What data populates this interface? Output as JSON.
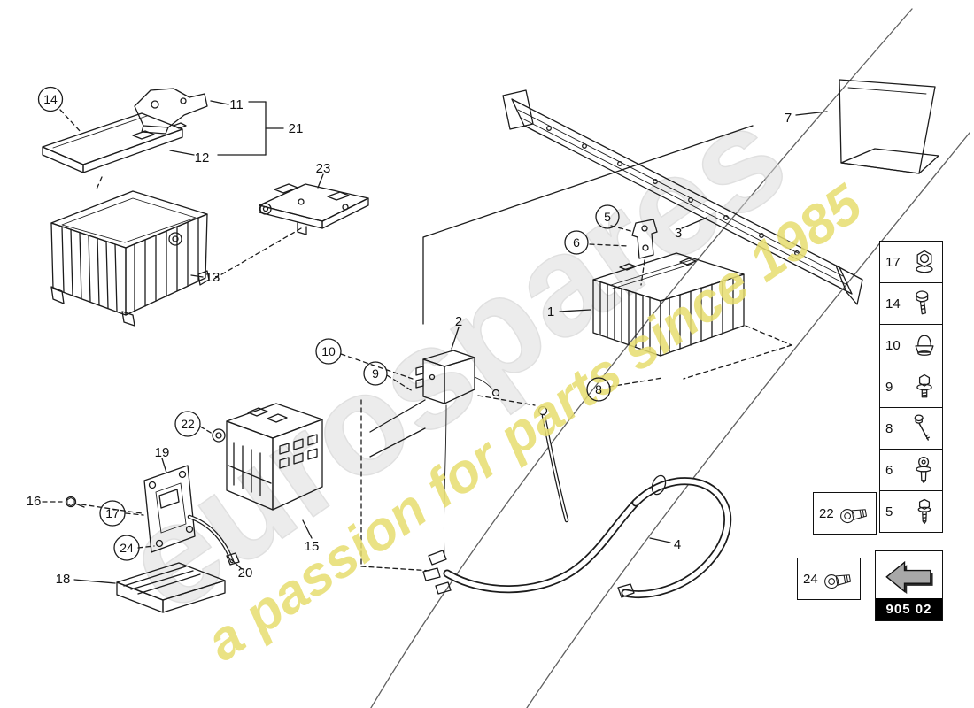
{
  "watermark": {
    "brand": "eurospares",
    "tagline": "a passion for parts since 1985",
    "brand_color": "#dadada",
    "accent_color": "#e7dd6f"
  },
  "diagram": {
    "callouts": [
      {
        "n": "14",
        "circled": true
      },
      {
        "n": "11",
        "circled": false
      },
      {
        "n": "21",
        "circled": false
      },
      {
        "n": "12",
        "circled": false
      },
      {
        "n": "23",
        "circled": false
      },
      {
        "n": "13",
        "circled": false
      },
      {
        "n": "7",
        "circled": false
      },
      {
        "n": "5",
        "circled": true
      },
      {
        "n": "6",
        "circled": true
      },
      {
        "n": "3",
        "circled": false
      },
      {
        "n": "1",
        "circled": false
      },
      {
        "n": "2",
        "circled": false
      },
      {
        "n": "10",
        "circled": true
      },
      {
        "n": "9",
        "circled": true
      },
      {
        "n": "8",
        "circled": true
      },
      {
        "n": "22",
        "circled": true
      },
      {
        "n": "19",
        "circled": false
      },
      {
        "n": "16",
        "circled": false
      },
      {
        "n": "17",
        "circled": true
      },
      {
        "n": "24",
        "circled": true
      },
      {
        "n": "18",
        "circled": false
      },
      {
        "n": "20",
        "circled": false
      },
      {
        "n": "15",
        "circled": false
      },
      {
        "n": "4",
        "circled": false
      }
    ]
  },
  "legend": {
    "column_items": [
      {
        "n": "17",
        "icon": "nut-icon"
      },
      {
        "n": "14",
        "icon": "bolt-icon"
      },
      {
        "n": "10",
        "icon": "cap-nut-icon"
      },
      {
        "n": "9",
        "icon": "flange-bolt-icon"
      },
      {
        "n": "8",
        "icon": "long-bolt-icon"
      },
      {
        "n": "6",
        "icon": "screw-washer-icon"
      },
      {
        "n": "5",
        "icon": "screw-icon"
      }
    ],
    "float_items": [
      {
        "n": "22",
        "icon": "ring-terminal-icon"
      },
      {
        "n": "24",
        "icon": "ring-terminal-icon"
      }
    ],
    "group_code": "905 02"
  }
}
